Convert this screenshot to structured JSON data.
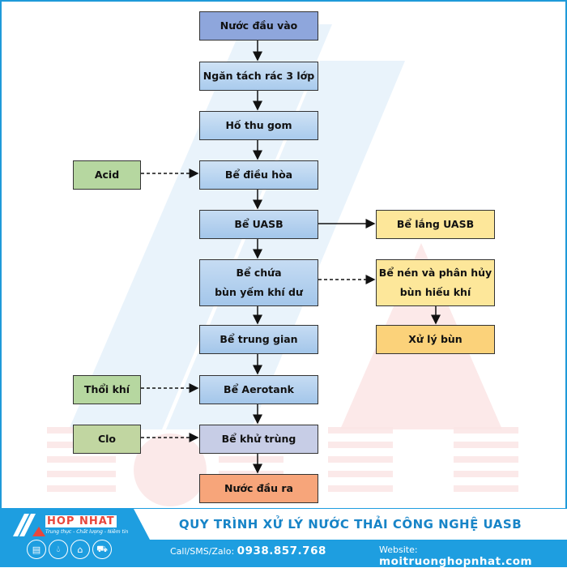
{
  "diagram": {
    "title": "QUY TRÌNH XỬ LÝ NƯỚC THẢI CÔNG NGHỆ UASB",
    "main_flow": [
      {
        "id": "nuoc-dau-vao",
        "label": "Nước đầu vào"
      },
      {
        "id": "ngan-tach-rac",
        "label": "Ngăn tách rác 3 lớp"
      },
      {
        "id": "ho-thu-gom",
        "label": "Hố thu gom"
      },
      {
        "id": "be-dieu-hoa",
        "label": "Bể điều hòa"
      },
      {
        "id": "be-uasb",
        "label": "Bể UASB"
      },
      {
        "id": "be-chua-bun",
        "label_line1": "Bể chứa",
        "label_line2": "bùn yếm khí dư"
      },
      {
        "id": "be-trung-gian",
        "label": "Bể trung gian"
      },
      {
        "id": "be-aerotank",
        "label": "Bể Aerotank"
      },
      {
        "id": "be-khu-trung",
        "label": "Bể khử trùng"
      },
      {
        "id": "nuoc-dau-ra",
        "label": "Nước đầu ra"
      }
    ],
    "inputs": [
      {
        "id": "acid",
        "label": "Acid",
        "target": "Bể điều hòa"
      },
      {
        "id": "thoi-khi",
        "label": "Thổi khí",
        "target": "Bể Aerotank"
      },
      {
        "id": "clo",
        "label": "Clo",
        "target": "Bể khử trùng"
      }
    ],
    "side_flow": [
      {
        "id": "be-lang-uasb",
        "label": "Bể lắng UASB",
        "source": "Bể UASB"
      },
      {
        "id": "be-nen",
        "label_line1": "Bể nén và phân hủy",
        "label_line2": "bùn hiếu khí",
        "source": "Bể chứa bùn yếm khí dư"
      },
      {
        "id": "xu-ly-bun",
        "label": "Xử lý bùn",
        "source": "Bể nén và phân hủy bùn hiếu khí"
      }
    ]
  },
  "brand": {
    "name": "HOP NHAT",
    "tagline": "Trung thực - Chất lượng - Niềm tin",
    "icons": [
      "chart-icon",
      "water-drop-icon",
      "factory-icon",
      "cart-icon"
    ],
    "colors": {
      "primary": "#1e9ee0",
      "accent": "#e8473c"
    }
  },
  "footer": {
    "call_label": "Call/SMS/Zalo:",
    "phone": "0938.857.768",
    "website_label": "Website:",
    "website": "moitruonghopnhat.com"
  }
}
